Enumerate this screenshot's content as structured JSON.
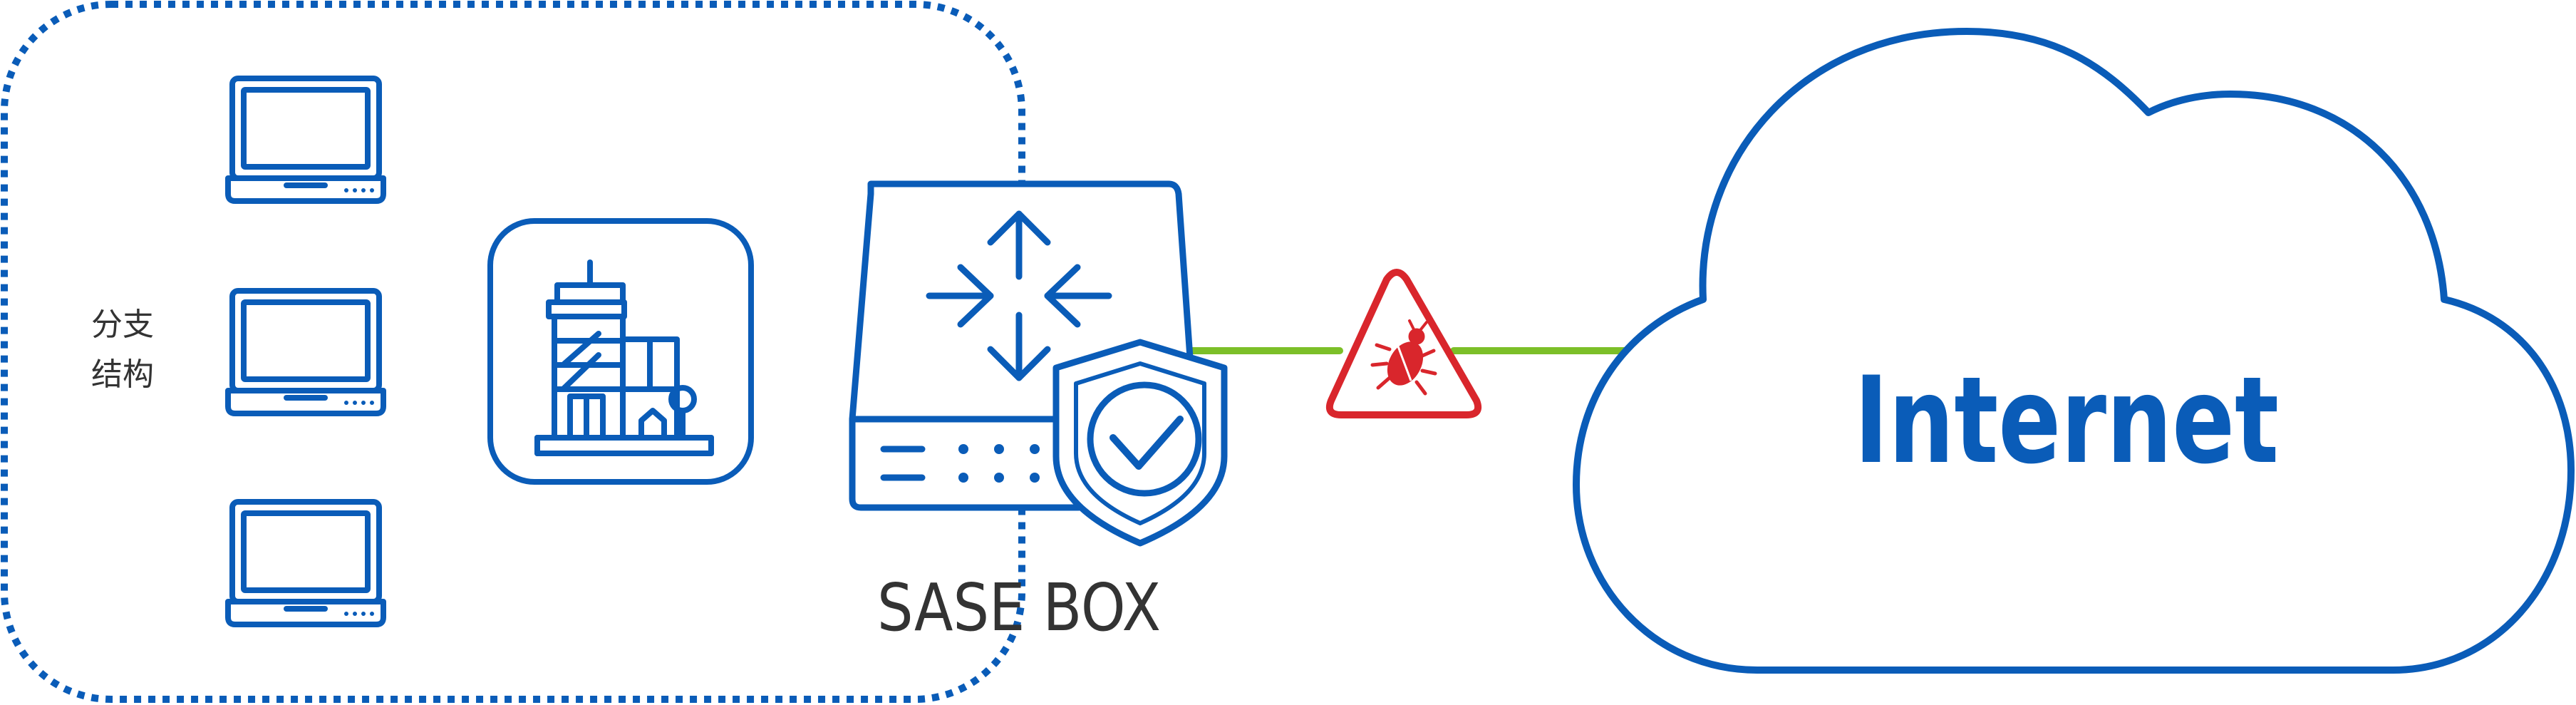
{
  "branch": {
    "label_line1": "分支",
    "label_line2": "结构"
  },
  "sase_box": {
    "label": "SASE BOX"
  },
  "cloud": {
    "label": "Internet"
  },
  "colors": {
    "primary_blue": "#0a5cb8",
    "link_green": "#7cbf28",
    "threat_red": "#d9262c",
    "text_dark": "#333333"
  },
  "icons": {
    "laptops": [
      "laptop-icon",
      "laptop-icon",
      "laptop-icon"
    ],
    "building": "office-building-icon",
    "router": "sase-router-icon",
    "shield": "shield-check-icon",
    "threat": "warning-bug-icon",
    "cloud": "cloud-icon"
  }
}
